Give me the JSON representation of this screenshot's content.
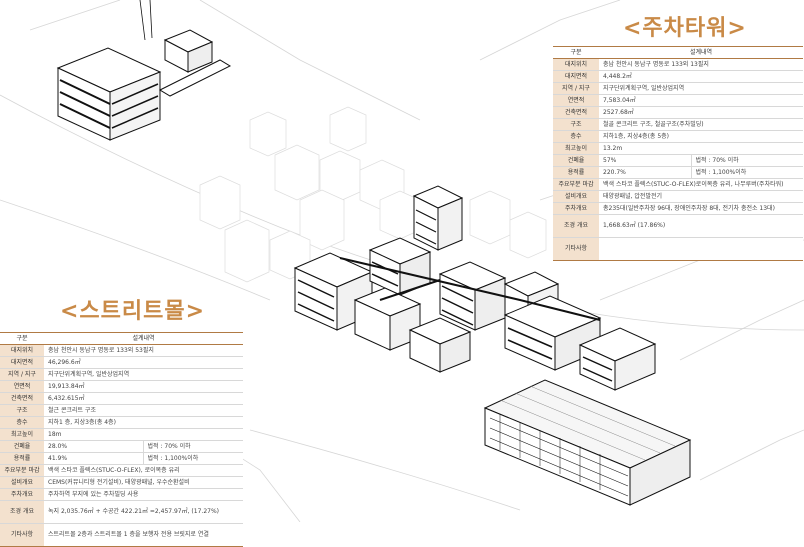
{
  "parking_tower": {
    "title": "<주차타워>",
    "header": {
      "col1": "구분",
      "col2": "설계내역"
    },
    "rows": [
      {
        "label": "대지위치",
        "value": "충남 천안시 동남구 명동로 133외 13필지"
      },
      {
        "label": "대지면적",
        "value": "4,448.2㎡"
      },
      {
        "label": "지역 / 지구",
        "value": "지구단위계획구역, 일반상업지역"
      },
      {
        "label": "연면적",
        "value": "7,583.04㎡"
      },
      {
        "label": "건축면적",
        "value": "2527.68㎡"
      },
      {
        "label": "구조",
        "value": "철골 콘크리트 구조, 철골구조(주차빌딩)"
      },
      {
        "label": "층수",
        "value": "지하1층, 지상4층(총 5층)"
      },
      {
        "label": "최고높이",
        "value": "13.2m"
      },
      {
        "label": "건폐율",
        "value": "57%",
        "legal": "법적 : 70% 이하"
      },
      {
        "label": "용적률",
        "value": "220.7%",
        "legal": "법적 : 1,100%이하"
      },
      {
        "label": "주요부분 마감",
        "value": "백색 스타코 플렉스(STUC-O-FLEX)로이복층 유리, 나무루버(주차타워)"
      },
      {
        "label": "설비개요",
        "value": "태양광패널, 압전발전기"
      },
      {
        "label": "주차개요",
        "value": "총235대(일반주차장 96대, 장애인주차장 8대, 전기차 충전소 13대)"
      },
      {
        "label": "조경 개요",
        "value": "1,668.63㎡ (17.86%)"
      },
      {
        "label": "기타사항",
        "value": ""
      }
    ]
  },
  "street_mall": {
    "title": "<스트리트몰>",
    "header": {
      "col1": "구분",
      "col2": "설계내역"
    },
    "rows": [
      {
        "label": "대지위치",
        "value": "충남 천안시 동남구 명동로 133외 53필지"
      },
      {
        "label": "대지면적",
        "value": "46,296.6㎡"
      },
      {
        "label": "지역 / 지구",
        "value": "지구단위계획구역, 일반상업지역"
      },
      {
        "label": "연면적",
        "value": "19,913.84㎡"
      },
      {
        "label": "건축면적",
        "value": "6,432.615㎡"
      },
      {
        "label": "구조",
        "value": "철근 콘크리트 구조"
      },
      {
        "label": "층수",
        "value": "지하1 층, 지상3층(총 4층)"
      },
      {
        "label": "최고높이",
        "value": "18m"
      },
      {
        "label": "건폐율",
        "value": "28.0%",
        "legal": "법적 : 70% 이하"
      },
      {
        "label": "용적률",
        "value": "41.9%",
        "legal": "법적 : 1,100%이하"
      },
      {
        "label": "주요부분 마감",
        "value": "백색 스타코 플렉스(STUC-O-FLEX), 로이복층 유리"
      },
      {
        "label": "설비개요",
        "value": "CEMS(커뮤니티형 전기설비), 태양광패널, 우수순환설비"
      },
      {
        "label": "주차개요",
        "value": "주차하역 부지에 있는 주차빌딩 사용"
      },
      {
        "label": "조경 개요",
        "value": "녹지 2,035.76㎡ + 수공간 422.21㎡ =2,457.97㎡, (17.27%)"
      },
      {
        "label": "기타사항",
        "value": "스트리트몰 2층과 스트리트몰 1 층을 보행자 전용 브릿지로 연결"
      }
    ]
  },
  "colors": {
    "accent": "#c98a47",
    "label_fill": "#f3e1ce",
    "table_rule": "#b07a44"
  }
}
